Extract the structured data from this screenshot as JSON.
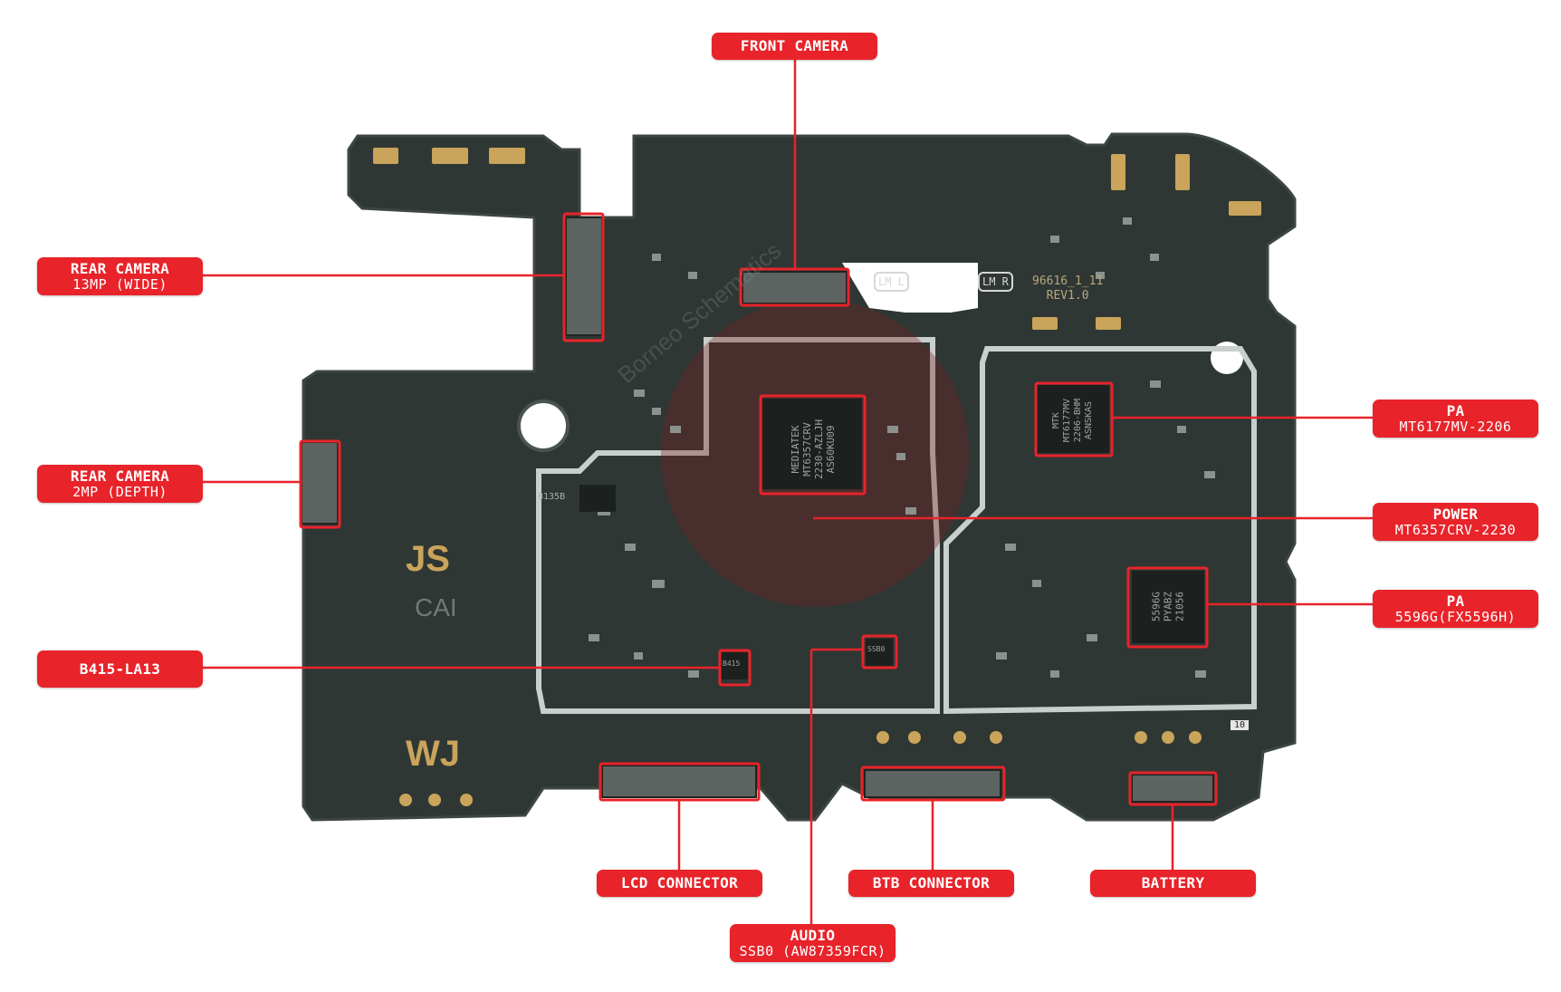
{
  "board": {
    "silkscreen": {
      "js": "JS",
      "cai": "CAI",
      "wj": "WJ",
      "rev_line1": "96616_1_11",
      "rev_line2": "REV1.0",
      "lm_left": "LM L",
      "lm_right": "LM R",
      "chip_power": [
        "MEDIATEK",
        "MT6357CRV",
        "2230-AZLJH",
        "AS60KU09"
      ],
      "chip_pa1": [
        "MTK",
        "MT6177MV",
        "2206-BHM",
        "ASNSKAS"
      ],
      "chip_pa2": [
        "5596G",
        "PYABZ",
        "21056"
      ],
      "chip_b415": "B415",
      "chip_ssb0": "SSB0",
      "chip_8135": "8135B",
      "part_10": "10",
      "watermark": "Borneo Schematics"
    },
    "colors": {
      "pcb": "#2f3734",
      "pcb_edge": "#3d4742",
      "callout": "#e8232a",
      "highlight": "#e8232a",
      "shield": "#c9cfcd",
      "gold": "#c9a45a"
    }
  },
  "callouts": {
    "front_camera": {
      "line1": "FRONT CAMERA",
      "line2": ""
    },
    "rear_camera_wide": {
      "line1": "REAR CAMERA",
      "line2": "13MP (WIDE)"
    },
    "rear_camera_depth": {
      "line1": "REAR CAMERA",
      "line2": "2MP (DEPTH)"
    },
    "b415": {
      "line1": "B415-LA13",
      "line2": ""
    },
    "pa_1": {
      "line1": "PA",
      "line2": "MT6177MV-2206"
    },
    "power": {
      "line1": "POWER",
      "line2": "MT6357CRV-2230"
    },
    "pa_2": {
      "line1": "PA",
      "line2": "5596G(FX5596H)"
    },
    "lcd_connector": {
      "line1": "LCD CONNECTOR",
      "line2": ""
    },
    "btb_connector": {
      "line1": "BTB CONNECTOR",
      "line2": ""
    },
    "battery": {
      "line1": "BATTERY",
      "line2": ""
    },
    "audio": {
      "line1": "AUDIO",
      "line2": "SSB0 (AW87359FCR)"
    }
  }
}
